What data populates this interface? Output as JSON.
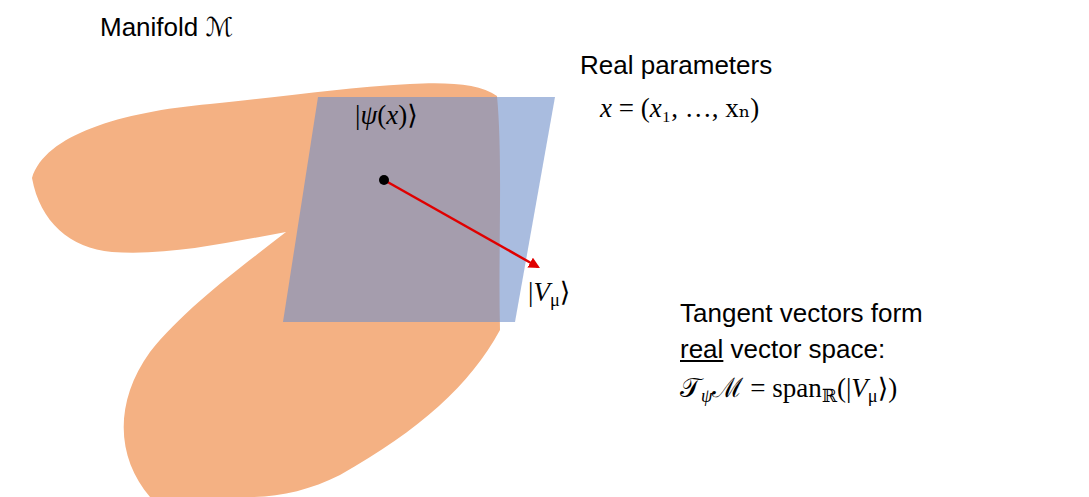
{
  "diagram": {
    "nodes": [
      {
        "text": [
          "Manifold ℳ"
        ]
      },
      {
        "text": [
          "|ψ(x)⟩"
        ],
        "in": 0
      }
    ],
    "labels": [
      "Real parameters",
      "x = (x₁, …, xₙ)",
      "|Vμ⟩",
      "Tangent vectors form",
      "real vector space:",
      "𝒯ψℳ = spanℝ(|Vμ⟩)"
    ]
  }
}
